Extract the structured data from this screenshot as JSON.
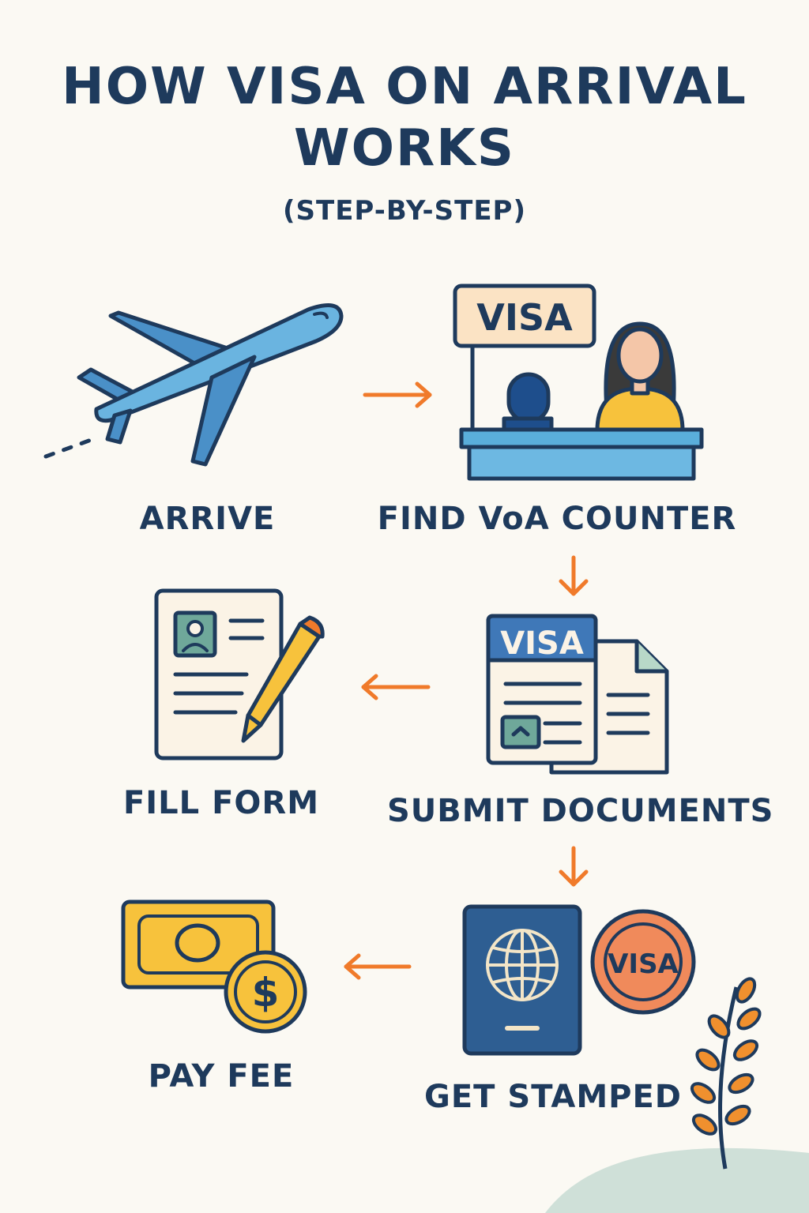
{
  "title": {
    "line1": "HOW VISA ON ARRIVAL",
    "line2": "WORKS",
    "subtitle": "(STEP-BY-STEP)"
  },
  "steps": [
    {
      "label": "ARRIVE",
      "icon": "airplane-icon"
    },
    {
      "label": "FIND VoA COUNTER",
      "icon": "visa-counter-icon",
      "sign": "VISA"
    },
    {
      "label": "SUBMIT DOCUMENTS",
      "icon": "visa-documents-icon",
      "doc_header": "VISA"
    },
    {
      "label": "FILL FORM",
      "icon": "form-pencil-icon"
    },
    {
      "label": "GET STAMPED",
      "icon": "passport-stamp-icon",
      "stamp": "VISA"
    },
    {
      "label": "PAY FEE",
      "icon": "money-coin-icon",
      "coin_symbol": "$"
    }
  ],
  "colors": {
    "navy": "#1E3A5C",
    "blue": "#5AAEDB",
    "orange": "#F07A2A",
    "yellow": "#F7C23C",
    "cream": "#FBF9F3",
    "stamp": "#F08A5B"
  }
}
